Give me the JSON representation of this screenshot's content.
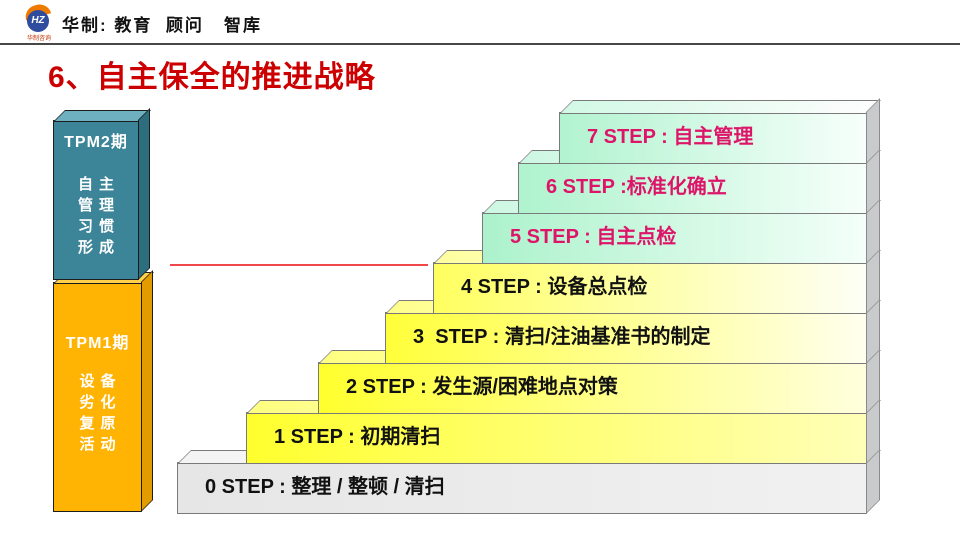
{
  "header": {
    "logo": {
      "initials": "HZ",
      "caption": "华制咨询"
    },
    "brand": "华制: 教育  顾问   智库"
  },
  "title": {
    "text": "6、自主保全的推进战略",
    "color": "#CC0000"
  },
  "pillars": [
    {
      "id": "tpm2",
      "label": "TPM2期",
      "lines": [
        "自主",
        "管理",
        "习惯",
        "形成"
      ],
      "front": "#3C8598",
      "top": "#6FB0C0",
      "side": "#2C6D7E",
      "text_color": "#FFFFFF"
    },
    {
      "id": "tpm1",
      "label": "TPM1期",
      "lines": [
        "设备",
        "劣化",
        "复原",
        "活动"
      ],
      "front": "#FFB303",
      "top": "#FFD04A",
      "side": "#E39C00",
      "text_color": "#FFFFFF"
    }
  ],
  "connector": {
    "color": "#F04848"
  },
  "steps": [
    {
      "label": "0 STEP : 整理 / 整顿 / 清扫",
      "text": "#111111",
      "from": "#E6E6E6",
      "to": "#F1F1F1",
      "top": "#F4F4F4"
    },
    {
      "label": "1 STEP : 初期清扫",
      "text": "#111111",
      "from": "#FFFF2E",
      "to": "#FFFFB8",
      "top": "#FFFF80"
    },
    {
      "label": "2 STEP : 发生源/困难地点对策",
      "text": "#111111",
      "from": "#FFFF2E",
      "to": "#FFFFDE",
      "top": "#FFFF80"
    },
    {
      "label": "3  STEP : 清扫/注油基准书的制定",
      "text": "#111111",
      "from": "#FFFF3A",
      "to": "#FFFFEF",
      "top": "#FFFF8C"
    },
    {
      "label": "4 STEP : 设备总点检",
      "text": "#111111",
      "from": "#FFFF60",
      "to": "#FDFFF6",
      "top": "#FFFFA0"
    },
    {
      "label": "5 STEP : 自主点检",
      "text": "#DD1569",
      "from": "#ACF2CC",
      "to": "#F4FFF9",
      "top": "#CDF8E3"
    },
    {
      "label": "6 STEP :标准化确立",
      "text": "#DD1569",
      "from": "#AFF3CE",
      "to": "#F6FFFA",
      "top": "#CDF8E3"
    },
    {
      "label": "7 STEP : 自主管理",
      "text": "#DD1569",
      "from": "#B2F3D0",
      "to": "#F7FFFB",
      "top": "#D2F9E6"
    }
  ]
}
